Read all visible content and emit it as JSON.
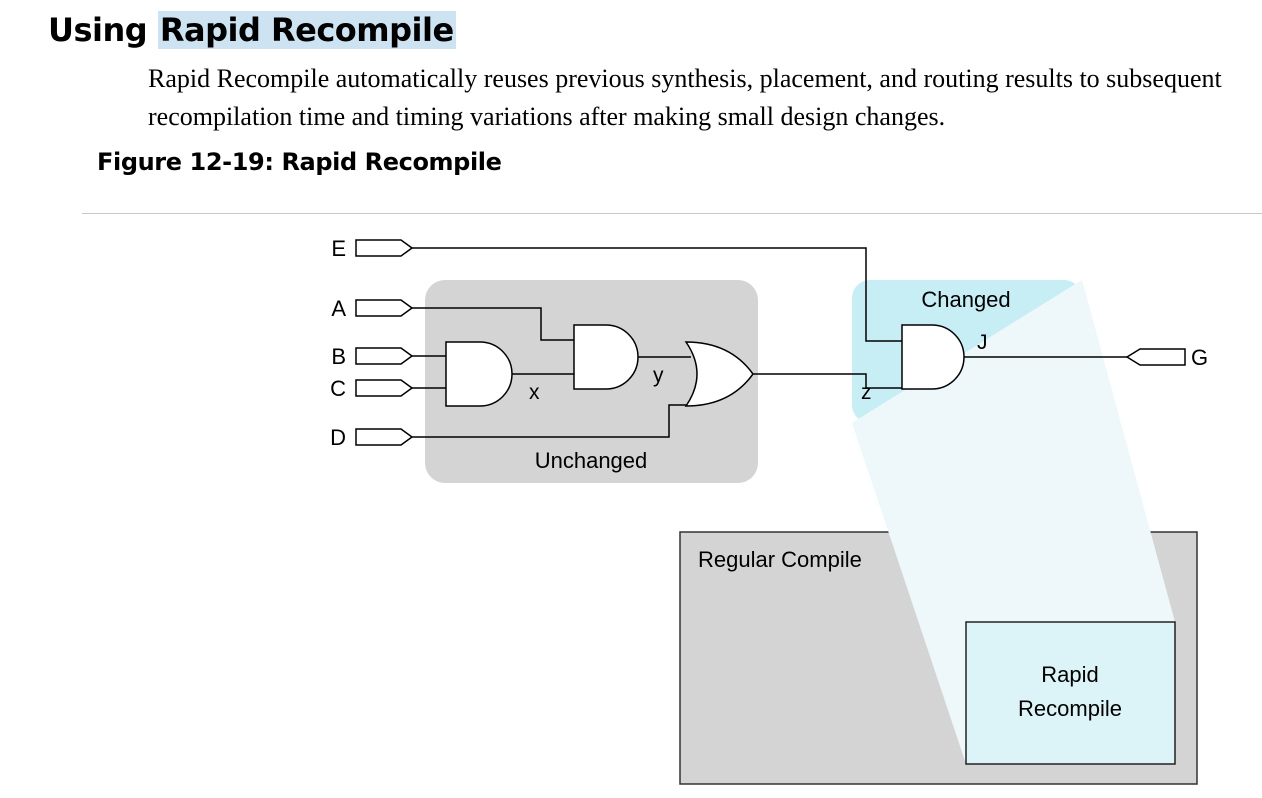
{
  "section": {
    "heading_prefix": "Using",
    "heading_highlight": "Rapid Recompile",
    "intro": "Rapid Recompile automatically reuses previous synthesis, placement, and routing results to subsequent recompilation time and timing variations after making small design changes.",
    "figure_caption": "Figure 12-19: Rapid Recompile"
  },
  "figure": {
    "inputs": [
      "E",
      "A",
      "B",
      "C",
      "D"
    ],
    "output": "G",
    "nets": {
      "x": "x",
      "y": "y",
      "z": "z",
      "j": "J"
    },
    "regions": {
      "unchanged": "Unchanged",
      "changed": "Changed",
      "regular_compile": "Regular Compile",
      "rapid_line1": "Rapid",
      "rapid_line2": "Recompile"
    },
    "colors": {
      "unchanged_bg": "#d4d4d4",
      "changed_bg": "#c7edf5",
      "regular_bg": "#d4d4d4",
      "rapid_bg": "#dcf4f8",
      "wire": "#000000"
    }
  }
}
